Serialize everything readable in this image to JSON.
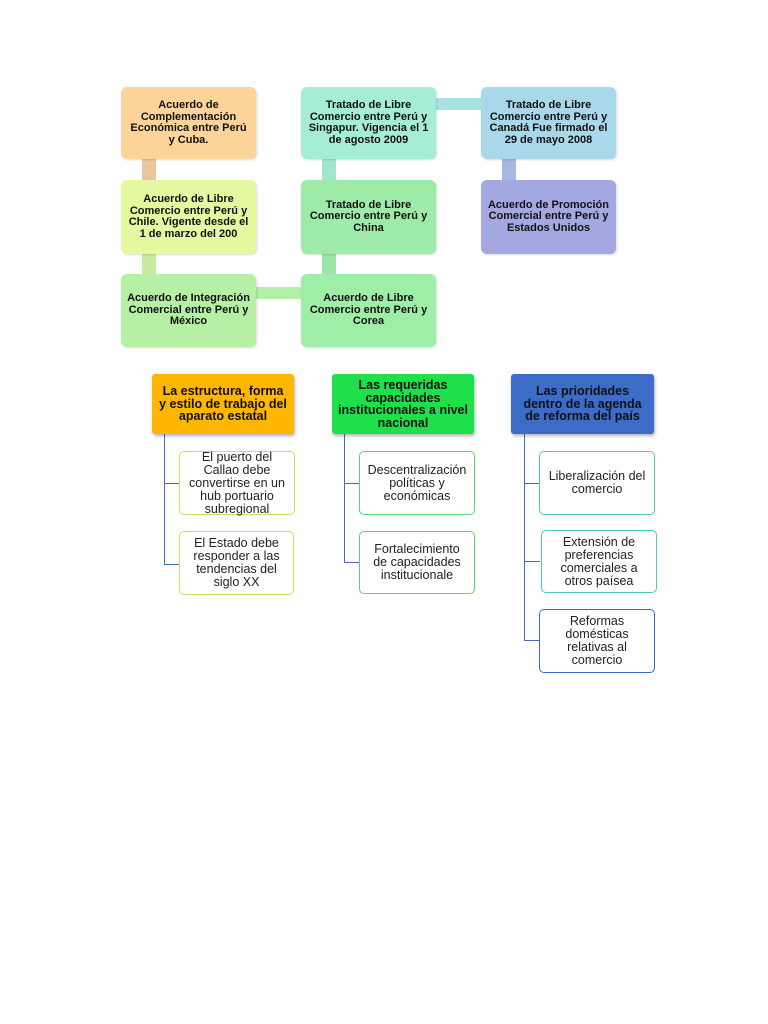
{
  "top_diagram": {
    "cuba": "Acuerdo de Complementación Económica entre Perú y Cuba.",
    "chile": "Acuerdo de Libre Comercio entre Perú y Chile. Vigente desde el 1 de marzo del 200",
    "mexico": "Acuerdo de Integración Comercial entre Perú y México",
    "singapur": "Tratado de Libre Comercio entre Perú y Singapur. Vigencia el 1 de agosto 2009",
    "china": "Tratado de Libre Comercio entre Perú y China",
    "corea": "Acuerdo de Libre Comercio entre Perú y Corea",
    "canada": "Tratado de Libre Comercio entre Perú y Canadá Fue firmado el 29 de mayo 2008",
    "usa": "Acuerdo de Promoción Comercial entre Perú y Estados Unidos"
  },
  "bottom_diagram": {
    "col1": {
      "header": "La estructura, forma y estilo de trabajo del aparato estatal",
      "items": [
        "El puerto del Callao debe convertirse en un hub portuario subregional",
        "El Estado debe responder a las tendencias del siglo XX"
      ]
    },
    "col2": {
      "header": "Las requeridas capacidades institucionales a nivel nacional",
      "items": [
        "Descentralización políticas y económicas",
        "Fortalecimiento de capacidades institucionale"
      ]
    },
    "col3": {
      "header": "Las prioridades dentro de la agenda de reforma del país",
      "items": [
        "Liberalización del comercio",
        "Extensión de preferencias comerciales a otros paísea",
        "Reformas domésticas relativas al comercio"
      ]
    }
  },
  "colors": {
    "cuba": "#fcd49a",
    "chile": "#e4f9a0",
    "mexico": "#b6f0a4",
    "singapur": "#a6edd8",
    "china": "#9eeaa8",
    "corea": "#9eeea8",
    "canada": "#a8d8ea",
    "usa": "#a4a8e0",
    "col1_header": "#ffb600",
    "col2_header": "#1ee04a",
    "col3_header": "#3c6cc8",
    "col1_border": "#ddd95e",
    "col2_border": "#58d872",
    "col3_border": "#4ccac0"
  }
}
